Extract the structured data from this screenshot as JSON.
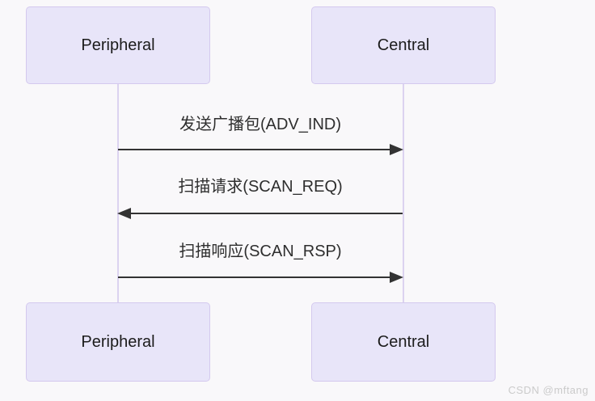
{
  "diagram": {
    "type": "sequence",
    "actors": {
      "peripheral": "Peripheral",
      "central": "Central"
    },
    "messages": [
      {
        "label": "发送广播包(ADV_IND)",
        "from": "Peripheral",
        "to": "Central",
        "direction": "right"
      },
      {
        "label": "扫描请求(SCAN_REQ)",
        "from": "Central",
        "to": "Peripheral",
        "direction": "left"
      },
      {
        "label": "扫描响应(SCAN_RSP)",
        "from": "Peripheral",
        "to": "Central",
        "direction": "right"
      }
    ],
    "colors": {
      "background": "#f9f8fa",
      "actor_fill": "#e8e5f9",
      "actor_border": "#d4c9ee",
      "lifeline": "#dcd3f0",
      "arrow": "#333333",
      "text": "#2e2e2e",
      "watermark": "#cbcbcb"
    }
  },
  "watermark": {
    "text": "CSDN @mftang"
  }
}
